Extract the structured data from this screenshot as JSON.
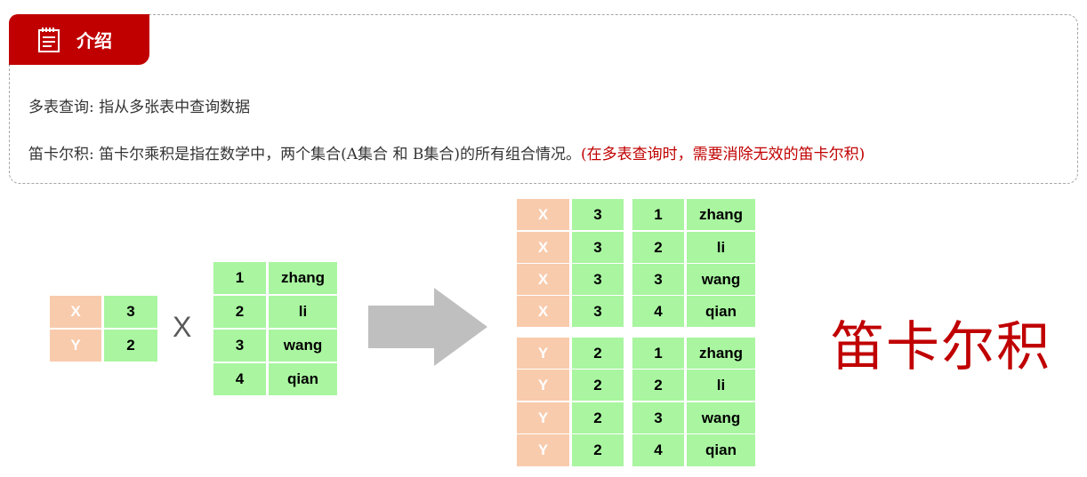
{
  "intro": {
    "tab_label": "介绍",
    "tab_icon": "notepad-icon",
    "line1": "多表查询: 指从多张表中查询数据",
    "line2_main": "笛卡尔积: 笛卡尔乘积是指在数学中，两个集合(A集合 和 B集合)的所有组合情况。",
    "line2_note": "(在多表查询时，需要消除无效的笛卡尔积)"
  },
  "colors": {
    "accent": "#c00000",
    "peach": "#f8cbad",
    "green": "#a9f5a0",
    "arrow": "#bfbfbf"
  },
  "table_a": [
    {
      "key": "X",
      "val": "3"
    },
    {
      "key": "Y",
      "val": "2"
    }
  ],
  "times_sign": "X",
  "table_b": [
    {
      "id": "1",
      "name": "zhang"
    },
    {
      "id": "2",
      "name": "li"
    },
    {
      "id": "3",
      "name": "wang"
    },
    {
      "id": "4",
      "name": "qian"
    }
  ],
  "result": {
    "group1": [
      {
        "key": "X",
        "val": "3",
        "id": "1",
        "name": "zhang"
      },
      {
        "key": "X",
        "val": "3",
        "id": "2",
        "name": "li"
      },
      {
        "key": "X",
        "val": "3",
        "id": "3",
        "name": "wang"
      },
      {
        "key": "X",
        "val": "3",
        "id": "4",
        "name": "qian"
      }
    ],
    "group2": [
      {
        "key": "Y",
        "val": "2",
        "id": "1",
        "name": "zhang"
      },
      {
        "key": "Y",
        "val": "2",
        "id": "2",
        "name": "li"
      },
      {
        "key": "Y",
        "val": "2",
        "id": "3",
        "name": "wang"
      },
      {
        "key": "Y",
        "val": "2",
        "id": "4",
        "name": "qian"
      }
    ]
  },
  "big_title": "笛卡尔积"
}
